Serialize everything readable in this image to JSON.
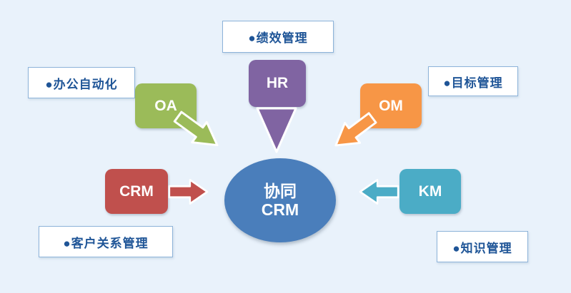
{
  "canvas": {
    "background": "#e9f2fb"
  },
  "center": {
    "line1": "协同",
    "line2": "CRM",
    "color": "#4a7ebb"
  },
  "nodes": {
    "oa": {
      "label": "OA",
      "color": "#9bbb59"
    },
    "hr": {
      "label": "HR",
      "color": "#8064a2"
    },
    "om": {
      "label": "OM",
      "color": "#f79646"
    },
    "crm": {
      "label": "CRM",
      "color": "#c0504d"
    },
    "km": {
      "label": "KM",
      "color": "#4bacc6"
    }
  },
  "callouts": {
    "oa": {
      "text": "●办公自动化"
    },
    "hr": {
      "text": "●绩效管理"
    },
    "om": {
      "text": "●目标管理"
    },
    "crm": {
      "text": "●客户关系管理"
    },
    "km": {
      "text": "●知识管理"
    }
  },
  "callout_style": {
    "text_color": "#1f5597",
    "border_color": "#8db3d9",
    "background": "#ffffff"
  },
  "arrows": {
    "oa": {
      "color": "#9bbb59"
    },
    "hr": {
      "color": "#8064a2"
    },
    "om": {
      "color": "#f79646"
    },
    "crm": {
      "color": "#c0504d"
    },
    "km": {
      "color": "#4bacc6"
    }
  }
}
